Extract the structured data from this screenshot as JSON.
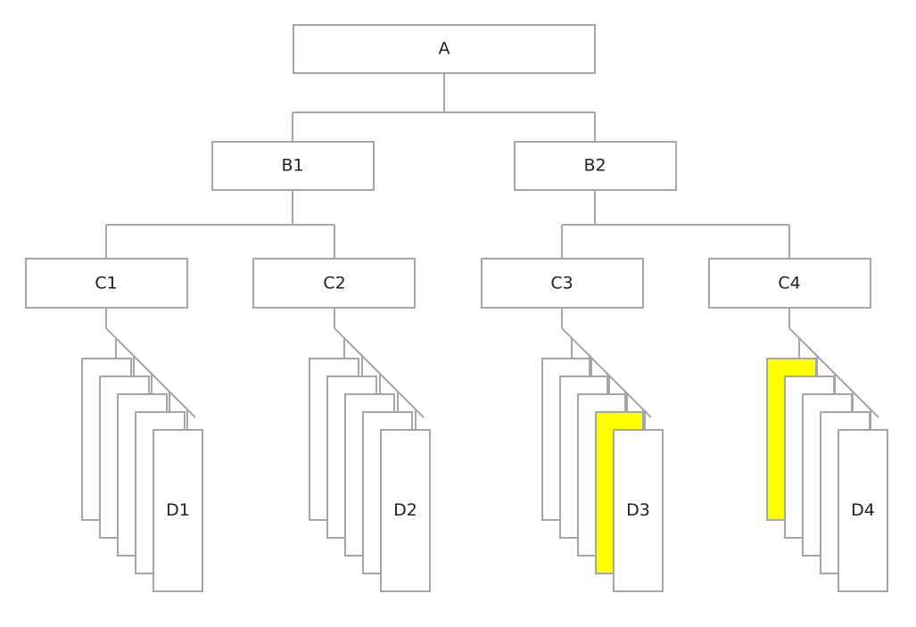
{
  "colors": {
    "stroke": "#a6a6a6",
    "box_fill": "#ffffff",
    "highlight": "#ffff00",
    "text": "#222222"
  },
  "nodes": {
    "a": "A",
    "b1": "B1",
    "b2": "B2",
    "c1": "C1",
    "c2": "C2",
    "c3": "C3",
    "c4": "C4",
    "d1": "D1",
    "d2": "D2",
    "d3": "D3",
    "d4": "D4"
  },
  "stacks": [
    {
      "parent": "C1",
      "label": "D1",
      "sheets": 5,
      "highlighted_sheet": null
    },
    {
      "parent": "C2",
      "label": "D2",
      "sheets": 5,
      "highlighted_sheet": null
    },
    {
      "parent": "C3",
      "label": "D3",
      "sheets": 5,
      "highlighted_sheet": 4
    },
    {
      "parent": "C4",
      "label": "D4",
      "sheets": 5,
      "highlighted_sheet": 1
    }
  ]
}
